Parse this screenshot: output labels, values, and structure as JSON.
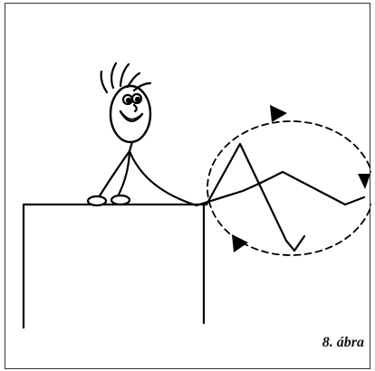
{
  "figure": {
    "caption": "8. ábra"
  },
  "illustration": {
    "stroke_color": "#000000",
    "background_color": "#ffffff",
    "icons": [
      "stick-figure",
      "table",
      "leg",
      "dashed-circle",
      "direction-arrow"
    ]
  }
}
